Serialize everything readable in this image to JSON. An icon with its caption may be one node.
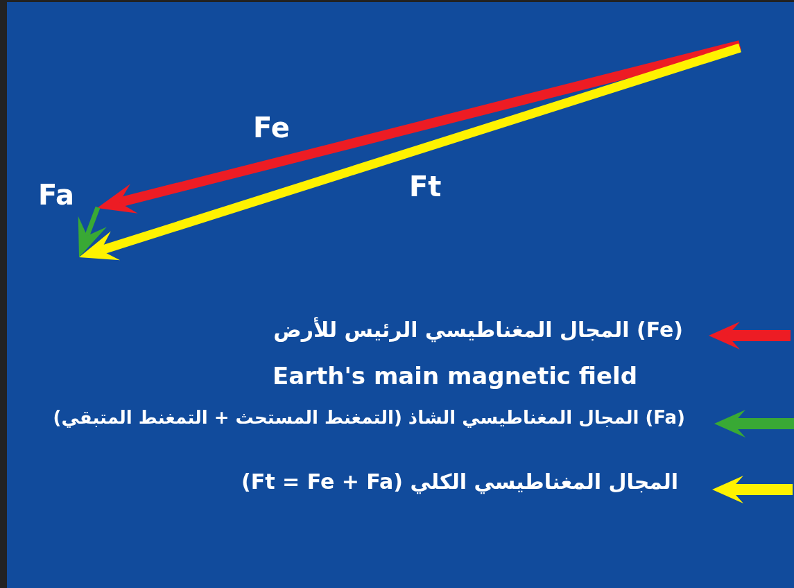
{
  "diagram": {
    "labels": [
      "Fe",
      "Ft",
      "Fa",
      "Earth's main magnetic field"
    ],
    "legend": [
      {
        "text": "(Fe) المجال المغناطيسي الرئيس للأرض",
        "color": "#ed1c24"
      },
      {
        "text": "(Fa) المجال المغناطيسي الشاذ (التمغنط المستحث + التمغنط المتبقي)",
        "color": "#39a935"
      },
      {
        "text": "المجال المغناطيسي الكلي (Ft = Fe + Fa)",
        "color": "#fff200"
      }
    ]
  }
}
